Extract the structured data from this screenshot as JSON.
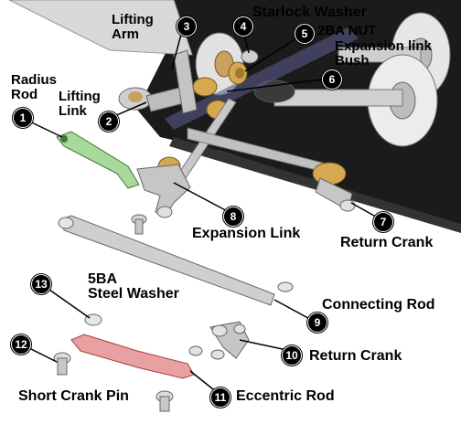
{
  "callouts": [
    {
      "num": "1",
      "label": "Radius\nRod"
    },
    {
      "num": "2",
      "label": "Lifting\nLink"
    },
    {
      "num": "3",
      "label": "Lifting\nArm"
    },
    {
      "num": "4",
      "label": "Starlock Washer"
    },
    {
      "num": "5",
      "label": "2BA NUT"
    },
    {
      "num": "6",
      "label": "Expansion link\nBush"
    },
    {
      "num": "7",
      "label": "Return Crank"
    },
    {
      "num": "8",
      "label": "Expansion Link"
    },
    {
      "num": "9",
      "label": "Connecting Rod"
    },
    {
      "num": "10",
      "label": "Return Crank"
    },
    {
      "num": "11",
      "label": "Eccentric Rod"
    },
    {
      "num": "12",
      "label": "Short Crank Pin"
    },
    {
      "num": "13",
      "label": "5BA\nSteel Washer"
    }
  ]
}
